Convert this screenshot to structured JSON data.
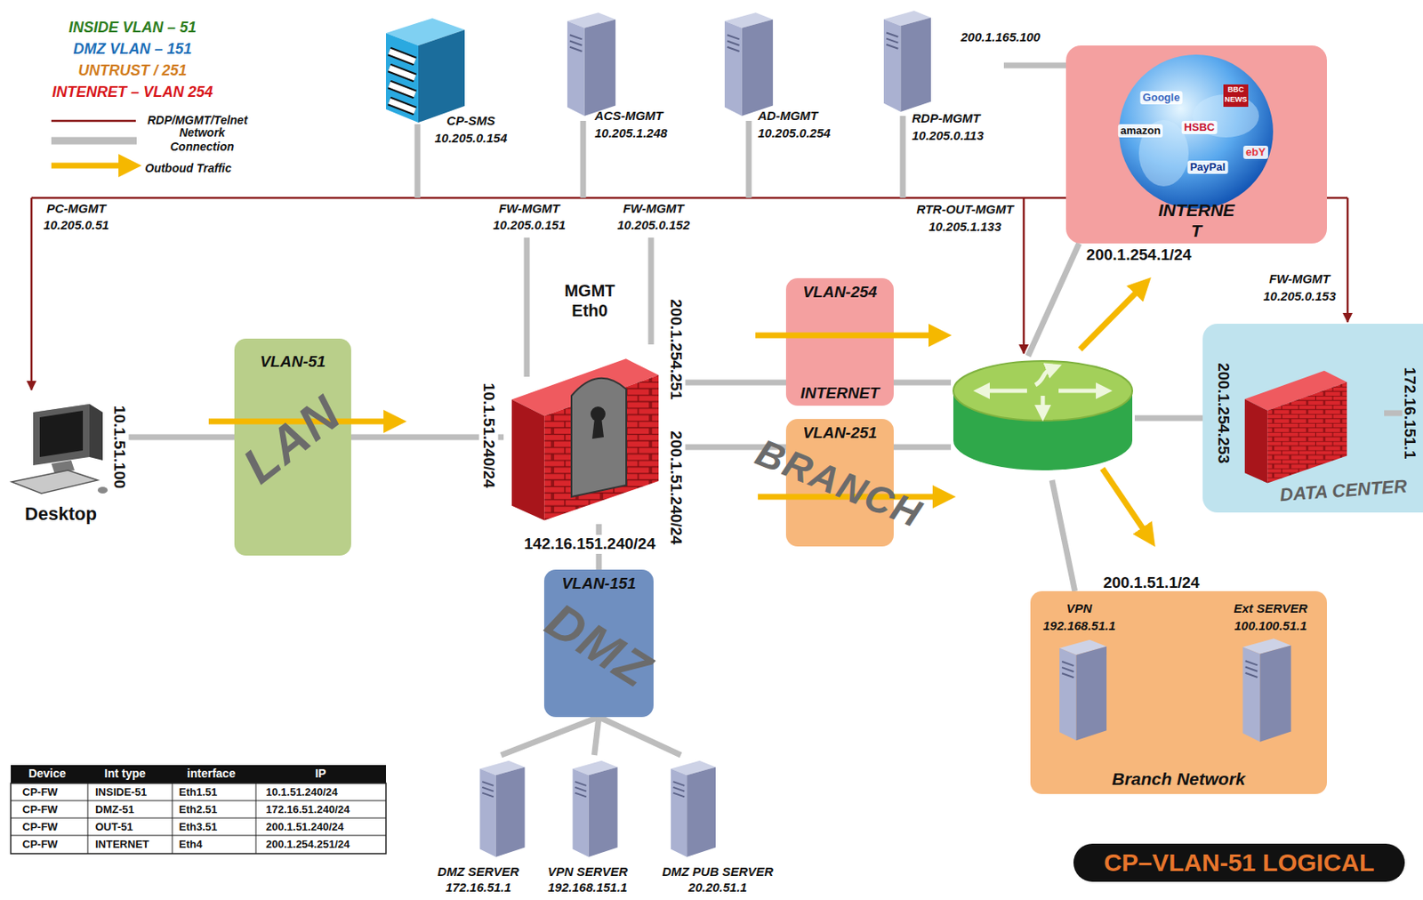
{
  "diagram": {
    "title": "CP–VLAN-51 LOGICAL",
    "nodes": [
      {
        "text": [
          "CP-SMS",
          "10.205.0.154"
        ]
      },
      {
        "text": [
          "ACS-MGMT",
          "10.205.1.248"
        ]
      },
      {
        "text": [
          "AD-MGMT",
          "10.205.0.254"
        ]
      },
      {
        "text": [
          "RDP-MGMT",
          "10.205.0.113"
        ]
      },
      {
        "text": [
          "INTERNE T"
        ]
      },
      {
        "text": [
          "Desktop"
        ]
      },
      {
        "text": [
          "VLAN-51",
          "LAN"
        ]
      },
      {
        "text": [
          "MGMT Eth0"
        ]
      },
      {
        "text": [
          "VLAN-254",
          "INTERNET"
        ]
      },
      {
        "text": [
          "VLAN-251"
        ]
      },
      {
        "text": [
          "RTR-OUT-MGMT",
          "10.205.1.133"
        ]
      },
      {
        "text": [
          "DATA CENTER"
        ]
      },
      {
        "text": [
          "Branch Network"
        ]
      },
      {
        "text": [
          "VPN",
          "192.168.51.1"
        ],
        "in": 12
      },
      {
        "text": [
          "Ext SERVER",
          "100.100.51.1"
        ],
        "in": 12
      },
      {
        "text": [
          "VLAN-151",
          "DMZ"
        ]
      },
      {
        "text": [
          "DMZ SERVER",
          "172.16.51.1"
        ]
      },
      {
        "text": [
          "VPN SERVER",
          "192.168.151.1"
        ]
      },
      {
        "text": [
          "DMZ PUB SERVER",
          "20.20.51.1"
        ]
      }
    ],
    "edges": [
      {
        "from": 3,
        "to": 4,
        "arrow": "none",
        "label": "200.1.165.100"
      },
      {
        "from": 5,
        "to": 6,
        "arrow": "none"
      },
      {
        "from": 6,
        "to": 7,
        "arrow": "none"
      },
      {
        "from": 7,
        "to": 8,
        "arrow": "none"
      },
      {
        "from": 8,
        "to": 10,
        "arrow": "none"
      },
      {
        "from": 7,
        "to": 9,
        "arrow": "none"
      },
      {
        "from": 9,
        "to": 10,
        "arrow": "none"
      },
      {
        "from": 10,
        "to": 4,
        "arrow": "none"
      },
      {
        "from": 10,
        "to": 11,
        "arrow": "none"
      },
      {
        "from": 10,
        "to": 12,
        "arrow": "none"
      },
      {
        "from": 7,
        "to": 15,
        "arrow": "none"
      },
      {
        "from": 15,
        "to": 16,
        "arrow": "none"
      },
      {
        "from": 15,
        "to": 17,
        "arrow": "none"
      },
      {
        "from": 15,
        "to": 18,
        "arrow": "none"
      }
    ],
    "labels": [
      "INSIDE VLAN – 51",
      "DMZ VLAN – 151",
      "UNTRUST / 251",
      "INTENRET – VLAN 254",
      "PC-MGMT",
      "10.205.0.51",
      "FW-MGMT",
      "10.205.0.151",
      "FW-MGMT",
      "10.205.0.152",
      "FW-MGMT",
      "10.205.0.153",
      "10.1.51.100",
      "10.1.51.240/24",
      "200.1.254.251",
      "200.1.51.240/24",
      "142.16.151.240/24",
      "200.1.254.1/24",
      "200.1.51.1/24",
      "200.1.254.253",
      "172.16.151.1",
      "Google",
      "BBC",
      "NEWS",
      "amazon",
      "HSBC",
      "ebY",
      "PayPal",
      "BRANCH",
      "Device",
      "Int type",
      "interface",
      "IP",
      "CP-FW",
      "INSIDE-51",
      "Eth1.51",
      "10.1.51.240/24",
      "CP-FW",
      "DMZ-51",
      "Eth2.51",
      "172.16.51.240/24",
      "CP-FW",
      "OUT-51",
      "Eth3.51",
      "200.1.51.240/24",
      "CP-FW",
      "INTERNET",
      "Eth4",
      "200.1.254.251/24"
    ],
    "legend": [
      {
        "text": "RDP/MGMT/Telnet"
      },
      {
        "text": "Network Connection"
      },
      {
        "text": "Outboud Traffic"
      }
    ]
  }
}
